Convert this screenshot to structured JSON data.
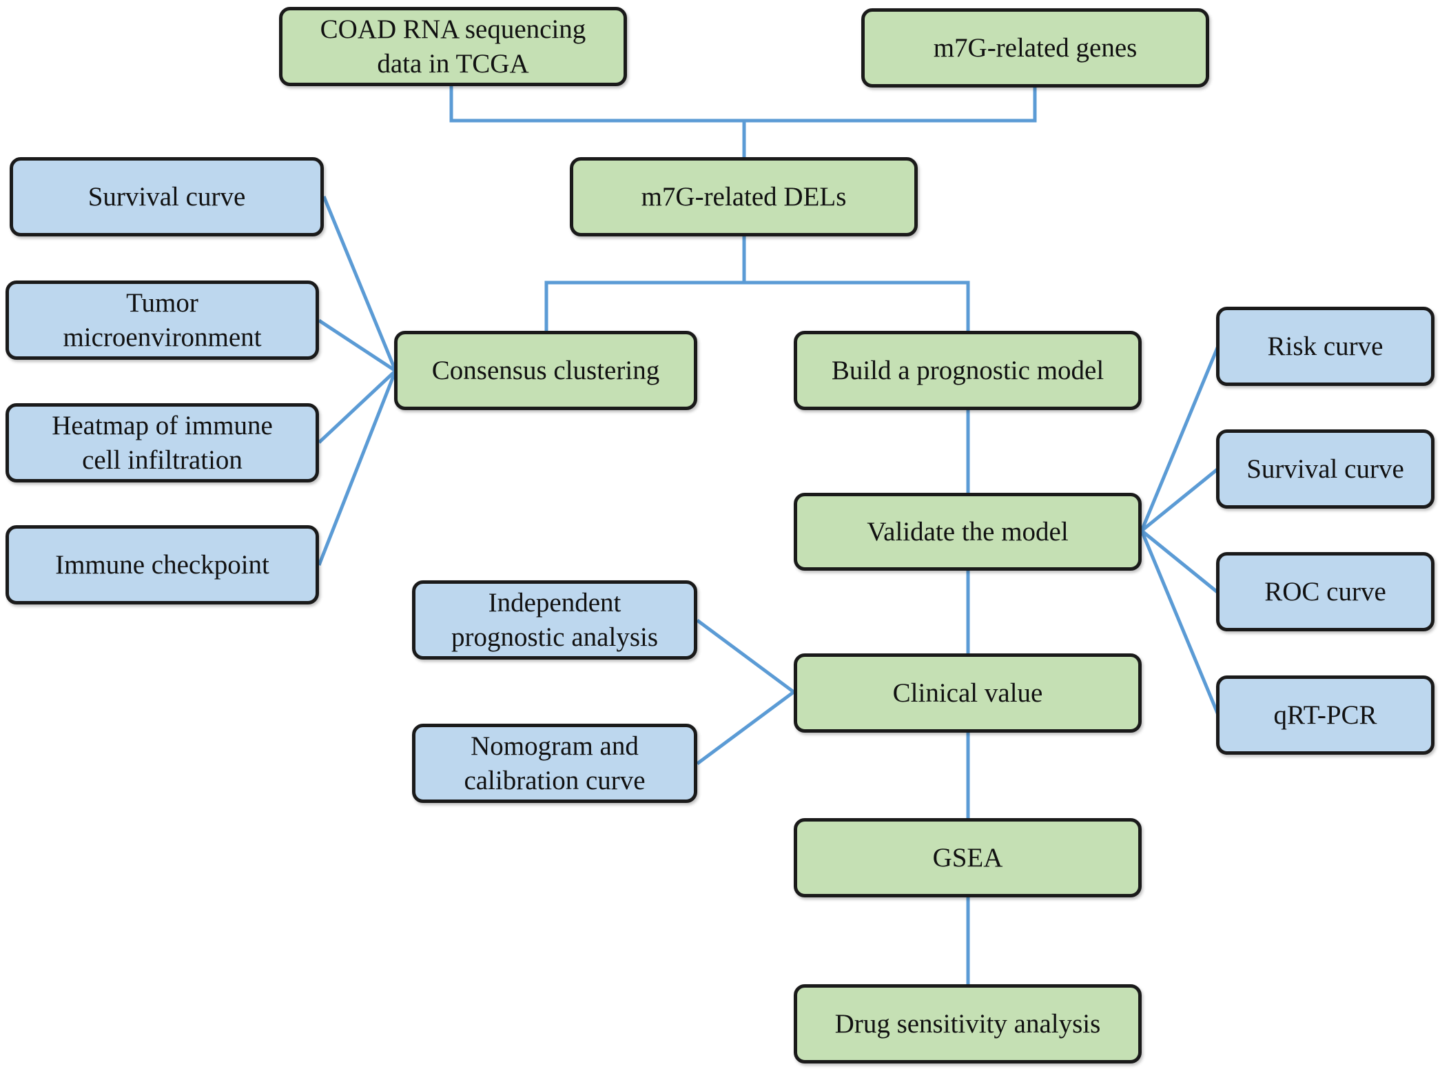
{
  "colors": {
    "main_step_fill": "#c5e0b4",
    "detail_fill": "#bdd7ee",
    "border": "#1a1a1a",
    "connector": "#5b9bd5"
  },
  "nodes": {
    "coad_data": "COAD RNA sequencing\ndata in TCGA",
    "m7g_genes": "m7G-related genes",
    "m7g_dels": "m7G-related DELs",
    "consensus": "Consensus clustering",
    "build_model": "Build a prognostic model",
    "validate": "Validate the model",
    "clinical": "Clinical value",
    "gsea": "GSEA",
    "drug": "Drug sensitivity analysis",
    "survival_left": "Survival curve",
    "tumor_env": "Tumor\nmicroenvironment",
    "heatmap": "Heatmap of immune\ncell infiltration",
    "checkpoint": "Immune checkpoint",
    "independent": "Independent\nprognostic analysis",
    "nomogram": "Nomogram and\ncalibration curve",
    "risk": "Risk curve",
    "survival_right": "Survival curve",
    "roc": "ROC curve",
    "qrtpcr": "qRT-PCR"
  }
}
